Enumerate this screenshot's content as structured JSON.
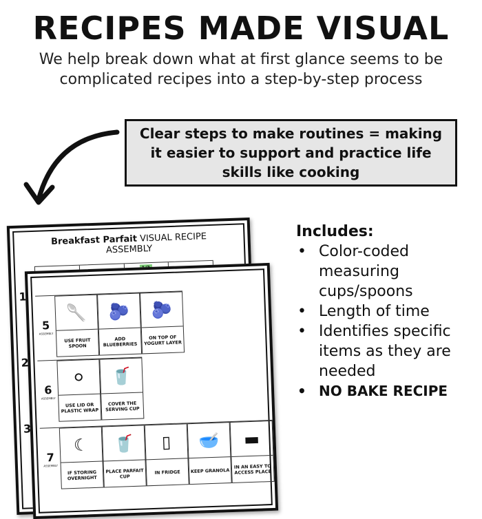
{
  "title": "RECIPES MADE VISUAL",
  "subtitle": [
    "We help break down what at first glance seems to be",
    "complicated recipes into a step-by-step process"
  ],
  "callout": [
    "Clear steps to make routines = making",
    "it easier to support and practice life",
    "skills like cooking"
  ],
  "back_sheet": {
    "title_bold": "Breakfast Parfait",
    "title_rest": " VISUAL RECIPE",
    "subtitle": "ASSEMBLY",
    "steps": [
      "1",
      "2",
      "3"
    ],
    "measure_label": "1/3"
  },
  "front_sheet": {
    "step_label": "ASSEMBLY",
    "rows": [
      {
        "num": "5",
        "cells": [
          {
            "icon": "spoon-icon",
            "glyph": "🥄",
            "caption": "USE FRUIT SPOON"
          },
          {
            "icon": "blueberries-icon",
            "glyph": "🫐",
            "caption": "ADD BLUEBERRIES"
          },
          {
            "icon": "yogurt-icon",
            "glyph": "🫐",
            "caption": "ON TOP OF YOGURT LAYER"
          }
        ]
      },
      {
        "num": "6",
        "cells": [
          {
            "icon": "lid-wrap-icon",
            "glyph": "⚪",
            "caption": "USE LID OR PLASTIC WRAP"
          },
          {
            "icon": "cup-icon",
            "glyph": "🥤",
            "caption": "COVER THE SERVING CUP"
          }
        ]
      },
      {
        "num": "7",
        "cells": [
          {
            "icon": "moon-icon",
            "glyph": "☾",
            "caption": "IF STORING OVERNIGHT"
          },
          {
            "icon": "cup-icon",
            "glyph": "🥤",
            "caption": "PLACE PARFAIT CUP"
          },
          {
            "icon": "fridge-icon",
            "glyph": "▯",
            "caption": "IN FRIDGE"
          },
          {
            "icon": "granola-icon",
            "glyph": "🥣",
            "caption": "KEEP GRANOLA"
          },
          {
            "icon": "shelf-icon",
            "glyph": "▬",
            "caption": "IN AN EASY TO ACCESS PLACE"
          }
        ]
      }
    ]
  },
  "includes": {
    "heading": "Includes:",
    "items": [
      "Color-coded measuring cups/spoons",
      "Length of time",
      "Identifies specific items as they are needed",
      "NO BAKE RECIPE"
    ]
  }
}
